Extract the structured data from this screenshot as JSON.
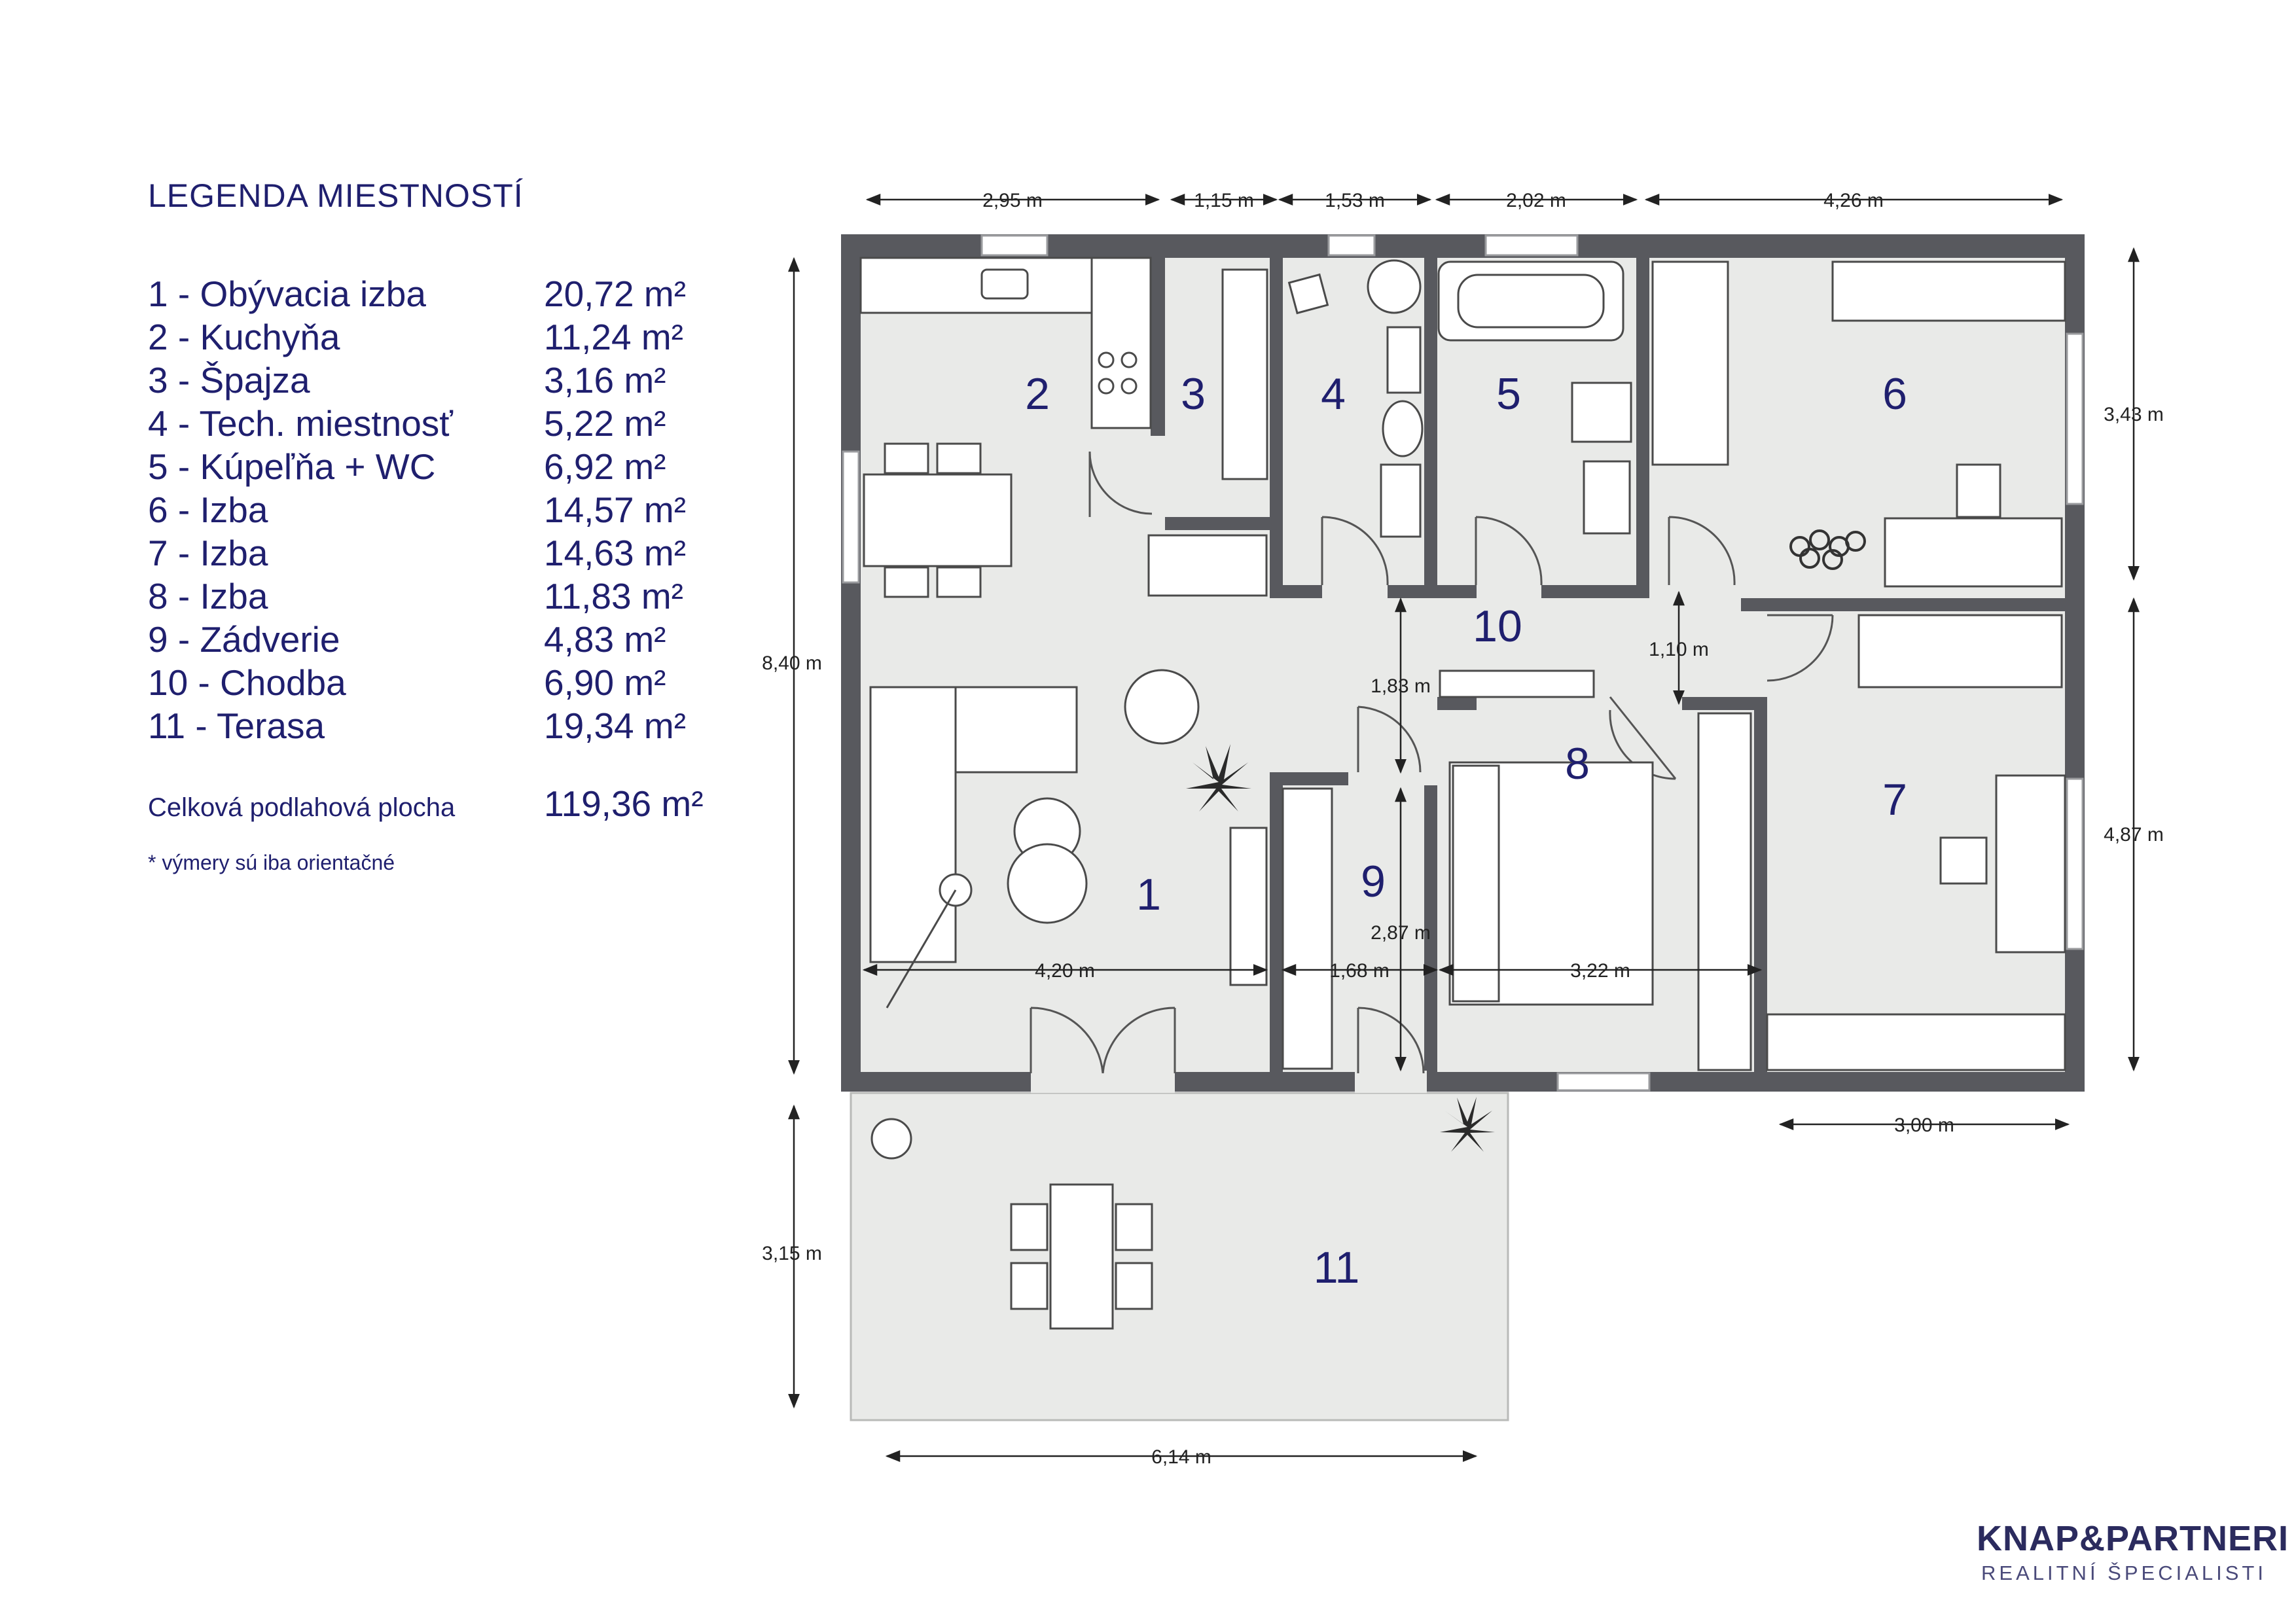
{
  "legend": {
    "title": "LEGENDA MIESTNOSTÍ",
    "rooms": [
      {
        "name": "1 - Obývacia izba",
        "area": "20,72 m²"
      },
      {
        "name": "2 - Kuchyňa",
        "area": "11,24 m²"
      },
      {
        "name": "3 - Špajza",
        "area": "3,16 m²"
      },
      {
        "name": "4 - Tech. miestnosť",
        "area": "5,22 m²"
      },
      {
        "name": "5 - Kúpeľňa + WC",
        "area": "6,92 m²"
      },
      {
        "name": "6 - Izba",
        "area": "14,57 m²"
      },
      {
        "name": "7 - Izba",
        "area": "14,63 m²"
      },
      {
        "name": "8 - Izba",
        "area": "11,83 m²"
      },
      {
        "name": "9 - Zádverie",
        "area": "4,83 m²"
      },
      {
        "name": "10 - Chodba",
        "area": "6,90 m²"
      },
      {
        "name": "11 - Terasa",
        "area": "19,34 m²"
      }
    ],
    "total_label": "Celková podlahová plocha",
    "total_value": "119,36 m²",
    "note": "*  výmery sú iba orientačné"
  },
  "plan": {
    "room_numbers": [
      "1",
      "2",
      "3",
      "4",
      "5",
      "6",
      "7",
      "8",
      "9",
      "10",
      "11"
    ],
    "dimensions": {
      "top": [
        "2,95 m",
        "1,15 m",
        "1,53 m",
        "2,02 m",
        "4,26 m"
      ],
      "left_total": "8,40 m",
      "left_terrace": "3,15 m",
      "right_upper": "3,43 m",
      "right_lower": "4,87 m",
      "bottom_right": "3,00 m",
      "terrace_width": "6,14 m",
      "living_width": "4,20 m",
      "hall_width": "1,68 m",
      "room8_width": "3,22 m",
      "hall_height": "2,87 m",
      "corridor_height": "1,83 m",
      "corridor_width": "1,10 m"
    },
    "colors": {
      "wall": "#58595e",
      "floor": "#e9eae8",
      "ink": "#1f1f6e"
    }
  },
  "logo": {
    "name": "KNAP&PARTNERI",
    "tagline": "REALITNÍ ŠPECIALISTI"
  }
}
